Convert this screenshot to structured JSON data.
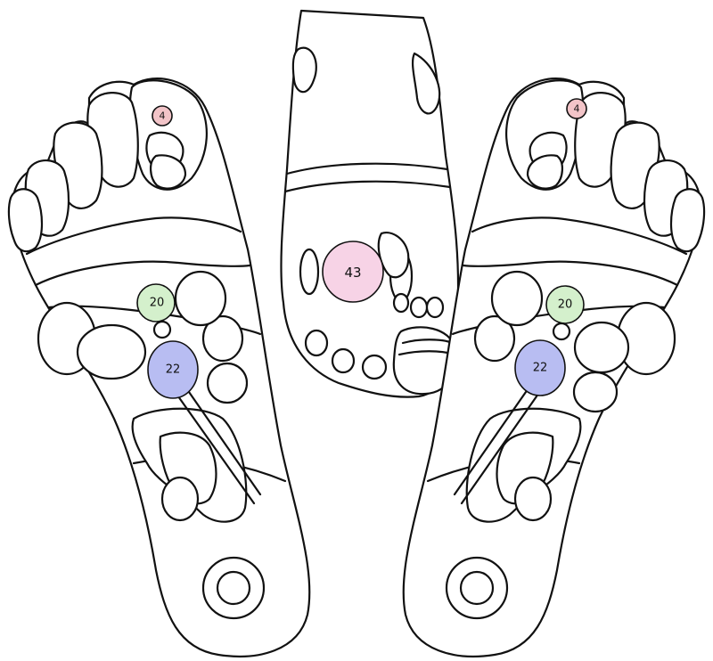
{
  "zones": {
    "left_foot": [
      {
        "label": "4",
        "color": "#f2c4c8"
      },
      {
        "label": "20",
        "color": "#d4f0cc"
      },
      {
        "label": "22",
        "color": "#b8bdf2"
      }
    ],
    "center_foot": [
      {
        "label": "43",
        "color": "#f7d3e6"
      }
    ],
    "right_foot": [
      {
        "label": "4",
        "color": "#f2c4c8"
      },
      {
        "label": "20",
        "color": "#d4f0cc"
      },
      {
        "label": "22",
        "color": "#b8bdf2"
      }
    ]
  }
}
